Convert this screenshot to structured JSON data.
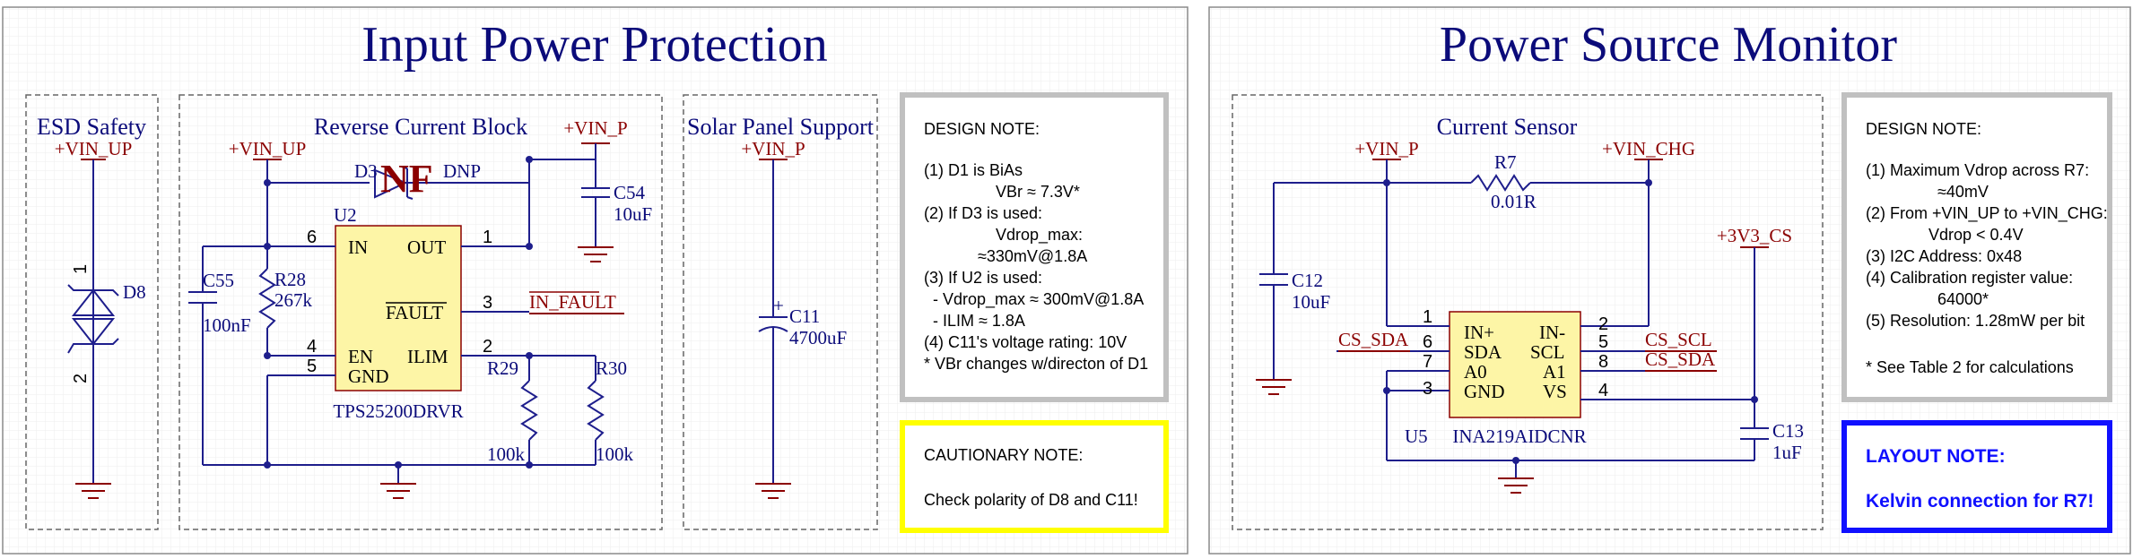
{
  "titles": {
    "left": "Input Power Protection",
    "right": "Power Source Monitor"
  },
  "sections": {
    "esd": "ESD Safety",
    "reverse": "Reverse Current Block",
    "solar": "Solar Panel Support",
    "sensor": "Current Sensor"
  },
  "nets": {
    "vin_up": "+VIN_UP",
    "vin_p": "+VIN_P",
    "vin_chg": "+VIN_CHG",
    "v3v3_cs": "+3V3_CS",
    "in_fault": "IN_FAULT",
    "cs_sda": "CS_SDA",
    "cs_scl": "CS_SCL"
  },
  "components": {
    "d8": "D8",
    "d8_pin1": "1",
    "d8_pin2": "2",
    "d3": "D3",
    "dnp": "DNP",
    "nf": "NF",
    "u2": "U2",
    "u2_part": "TPS25200DRVR",
    "u2_pins": {
      "in": "IN",
      "out": "OUT",
      "fault": "FAULT",
      "en": "EN",
      "gnd": "GND",
      "ilim": "ILIM"
    },
    "u2_nums": {
      "in": "6",
      "out": "1",
      "fault": "3",
      "en": "4",
      "gnd": "5",
      "ilim": "2"
    },
    "c55": "C55",
    "c55_val": "100nF",
    "r28": "R28",
    "r28_val": "267k",
    "r29": "R29",
    "r29_val": "100k",
    "r30": "R30",
    "r30_val": "100k",
    "c54": "C54",
    "c54_val": "10uF",
    "c11": "C11",
    "c11_val": "4700uF",
    "c11_plus": "+",
    "r7": "R7",
    "r7_val": "0.01R",
    "c12": "C12",
    "c12_val": "10uF",
    "c13": "C13",
    "c13_val": "1uF",
    "u5": "U5",
    "u5_part": "INA219AIDCNR",
    "u5_pins": {
      "inp": "IN+",
      "inm": "IN-",
      "sda": "SDA",
      "scl": "SCL",
      "a0": "A0",
      "a1": "A1",
      "gnd": "GND",
      "vs": "VS"
    },
    "u5_nums": {
      "inp": "1",
      "inm": "2",
      "sda": "6",
      "scl": "5",
      "a0": "7",
      "a1": "8",
      "gnd": "3",
      "vs": "4"
    }
  },
  "notes": {
    "design1": {
      "heading": "DESIGN NOTE:",
      "l1": "(1) D1 is BiAs",
      "l2": "VBr ≈ 7.3V*",
      "l3": "(2) If D3 is used:",
      "l4": "Vdrop_max:",
      "l5": "≈330mV@1.8A",
      "l6": "(3) If U2 is used:",
      "l7": "- Vdrop_max ≈ 300mV@1.8A",
      "l8": "- ILIM ≈ 1.8A",
      "l9": "(4) C11's voltage rating: 10V",
      "l10": "* VBr changes w/directon of D1"
    },
    "caution": {
      "heading": "CAUTIONARY NOTE:",
      "l1": "Check polarity of D8 and C11!"
    },
    "design2": {
      "heading": "DESIGN NOTE:",
      "l1": "(1) Maximum Vdrop across R7:",
      "l2": "≈40mV",
      "l3": "(2) From +VIN_UP to +VIN_CHG:",
      "l4": "Vdrop < 0.4V",
      "l5": "(3) I2C Address: 0x48",
      "l6": "(4) Calibration register value:",
      "l7": "64000*",
      "l8": "(5) Resolution: 1.28mW per bit",
      "l9": "* See Table 2 for calculations"
    },
    "layout": {
      "heading": "LAYOUT NOTE:",
      "l1": "Kelvin connection for R7!"
    }
  },
  "colors": {
    "wire": "#1e1e8c",
    "net": "#8b0000",
    "ic_fill": "#fdf5a6",
    "caution_border": "#ffff00",
    "layout_border": "#1010ff"
  }
}
